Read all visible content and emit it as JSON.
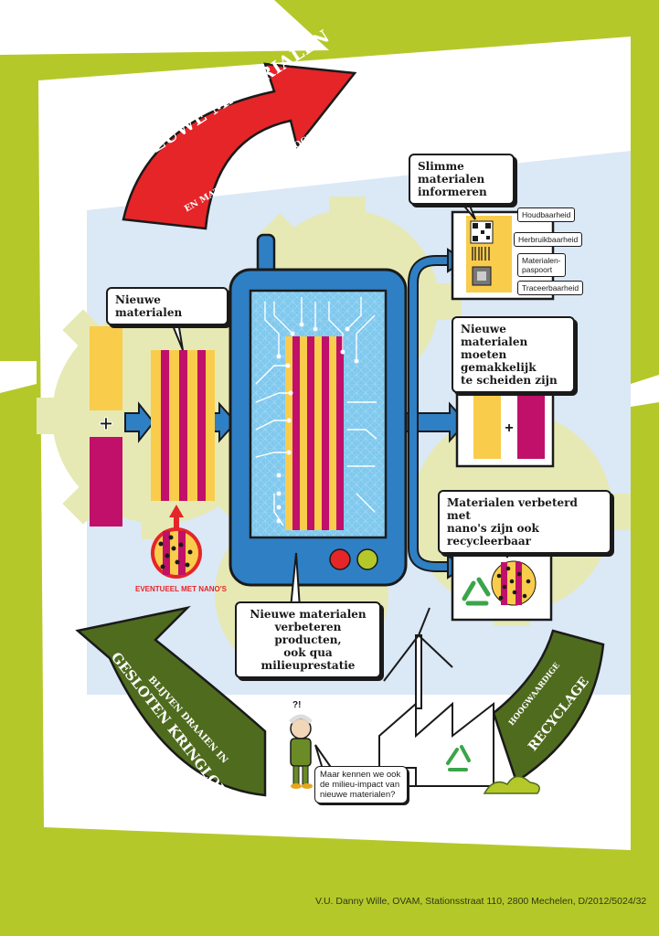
{
  "banners": {
    "top_main": "NIEUWE MATERIALEN",
    "top_sub": "EN MATERIAALTECHNOLOGIEËN",
    "left_main": "GESLOTEN KRINGLOPEN",
    "left_sub": "BLIJVEN DRAAIEN IN",
    "right_main": "RECYCLAGE",
    "right_sub": "HOOGWAARDIGE"
  },
  "callouts": {
    "nieuwe_materialen": "Nieuwe materialen",
    "slimme_line1": "Slimme materialen",
    "slimme_line2": "informeren",
    "scheiden_line1": "Nieuwe materialen",
    "scheiden_line2": "moeten gemakkelijk",
    "scheiden_line3": "te scheiden zijn",
    "recycleer_line1": "Materialen verbeterd met",
    "recycleer_line2": "nano's zijn ook recycleerbaar",
    "producten_line1": "Nieuwe materialen",
    "producten_line2": "verbeteren producten,",
    "producten_line3": "ook qua milieuprestatie",
    "impact_line1": "Maar kennen we ook",
    "impact_line2": "de milieu-impact van",
    "impact_line3": "nieuwe materialen?"
  },
  "tags": {
    "houdbaarheid": "Houdbaarheid",
    "herbruikbaarheid": "Herbruikbaarheid",
    "paspoort_line1": "Materialen-",
    "paspoort_line2": "paspoort",
    "traceerbaarheid": "Traceerbaarheid"
  },
  "labels": {
    "nano": "EVENTUEEL MET NANO'S",
    "plus": "+",
    "thought": "?!"
  },
  "footer": "V.U. Danny Wille, OVAM, Stationsstraat 110, 2800 Mechelen, D/2012/5024/32",
  "colors": {
    "lime": "#b5c82a",
    "yellow": "#f9cc4c",
    "magenta": "#c0106a",
    "blue": "#2f7fc4",
    "red": "#e52528",
    "green_dark": "#4f6b1e"
  }
}
